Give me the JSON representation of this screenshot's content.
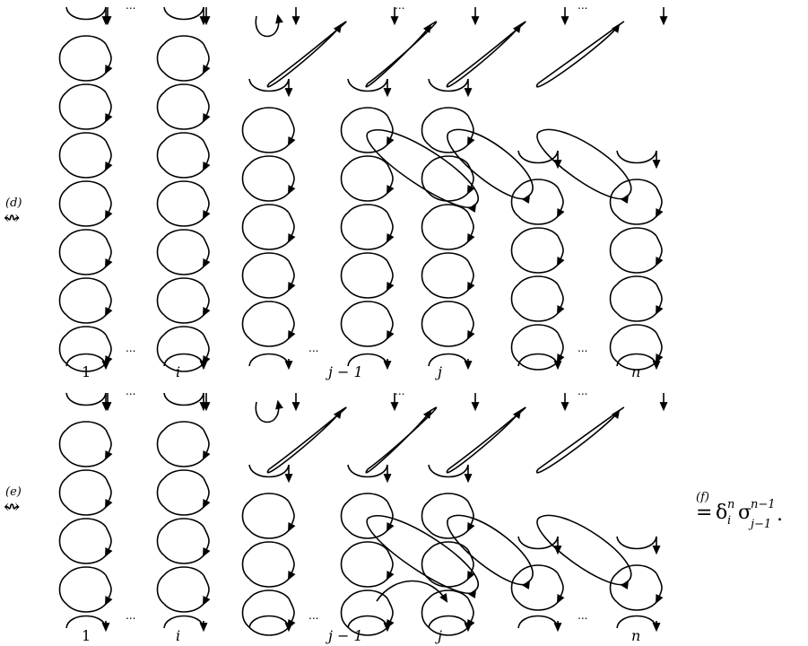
{
  "panels": [
    {
      "arrow": "↭",
      "step": "(d)",
      "labels": [
        "1",
        "i",
        "j − 1",
        "j",
        "n"
      ],
      "dots": [
        "...",
        "...",
        "..."
      ]
    },
    {
      "arrow": "↭",
      "step": "(e)",
      "labels": [
        "1",
        "i",
        "j − 1",
        "j",
        "n"
      ],
      "dots": [
        "...",
        "...",
        "..."
      ]
    }
  ],
  "result": {
    "equals": "=",
    "step": "(f)",
    "formula": "δ",
    "sub_i": "i",
    "sup_n": "n",
    "sigma": "σ",
    "sub_j": "j−1",
    "sup_n1": "n−1",
    "period": "."
  },
  "colors": {
    "stroke": "#000000",
    "background": "#ffffff"
  }
}
